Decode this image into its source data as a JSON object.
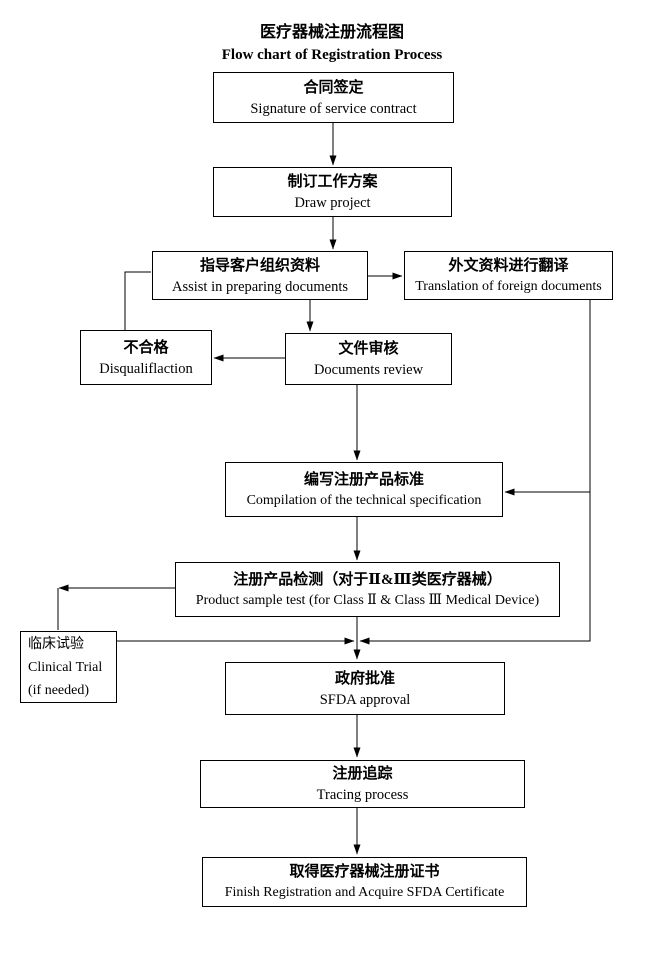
{
  "title": {
    "zh": "医疗器械注册流程图",
    "en": "Flow chart of Registration Process"
  },
  "nodes": {
    "contract": {
      "zh": "合同签定",
      "en": "Signature of service contract"
    },
    "draw_project": {
      "zh": "制订工作方案",
      "en": "Draw project"
    },
    "assist": {
      "zh": "指导客户组织资料",
      "en": "Assist in preparing documents"
    },
    "translation": {
      "zh": "外文资料进行翻译",
      "en": "Translation of foreign documents"
    },
    "disqualification": {
      "zh": "不合格",
      "en": "Disqualiflaction"
    },
    "review": {
      "zh": "文件审核",
      "en": "Documents review"
    },
    "compilation": {
      "zh": "编写注册产品标准",
      "en": "Compilation of the technical specification"
    },
    "sample_test": {
      "zh": "注册产品检测（对于Ⅱ&Ⅲ类医疗器械）",
      "en": "Product sample test (for Class Ⅱ & Class Ⅲ Medical Device)"
    },
    "clinical": {
      "zh": "临床试验",
      "en": "Clinical Trial",
      "note": "(if needed)"
    },
    "approval": {
      "zh": "政府批准",
      "en": "SFDA approval"
    },
    "tracing": {
      "zh": "注册追踪",
      "en": "Tracing process"
    },
    "certificate": {
      "zh": "取得医疗器械注册证书",
      "en": "Finish Registration and Acquire SFDA Certificate"
    }
  },
  "colors": {
    "background": "#ffffff",
    "line": "#000000",
    "box_border": "#000000",
    "text": "#000000"
  }
}
